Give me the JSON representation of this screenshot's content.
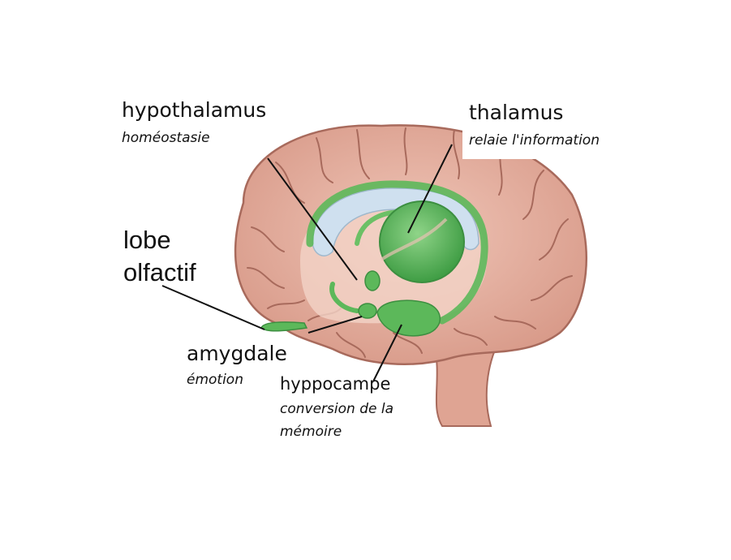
{
  "labels": {
    "hypothalamus": {
      "name": "hypothalamus",
      "function": "homéostasie"
    },
    "thalamus": {
      "name": "thalamus",
      "function": "relaie l'information"
    },
    "olfactory": {
      "line1": "lobe",
      "line2": "olfactif"
    },
    "amygdala": {
      "name": "amygdale",
      "function": "émotion"
    },
    "hippocampus": {
      "name": "hyppocampe",
      "function_line1": "conversion de la",
      "function_line2": "mémoire"
    }
  },
  "colors": {
    "brain": "#e0a999",
    "brain_dark": "#a86a5c",
    "limbic": "#5cb85a",
    "ventricle": "#cfe0ef"
  }
}
